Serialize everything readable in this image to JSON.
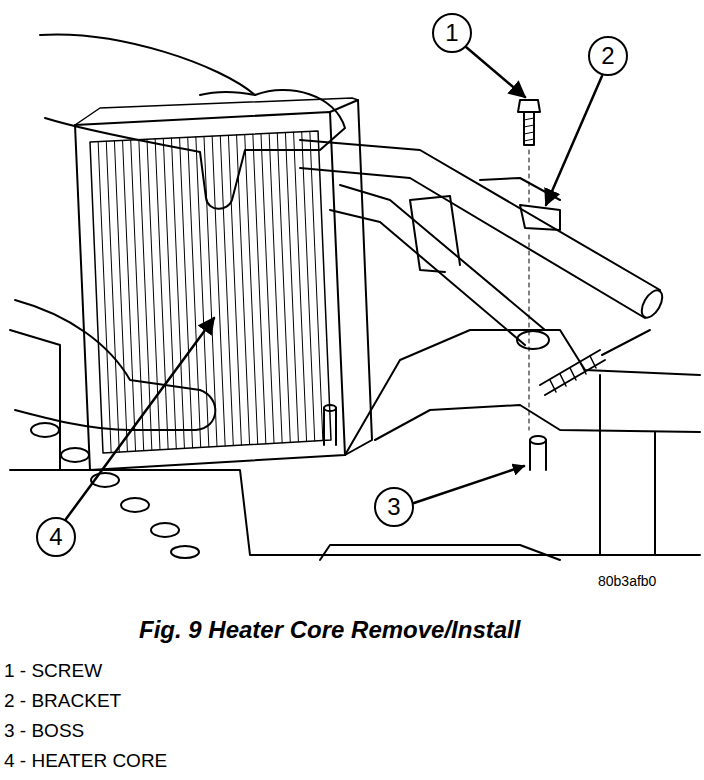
{
  "diagram": {
    "caption": "Fig. 9 Heater Core Remove/Install",
    "nodes": [
      {
        "text": [
          "1"
        ]
      },
      {
        "text": [
          "2"
        ]
      },
      {
        "text": [
          "3"
        ]
      },
      {
        "text": [
          "4"
        ]
      }
    ],
    "labels": [
      "80b3afb0",
      "1 - SCREW",
      "2 - BRACKET",
      "3 - BOSS",
      "4 - HEATER CORE"
    ]
  }
}
